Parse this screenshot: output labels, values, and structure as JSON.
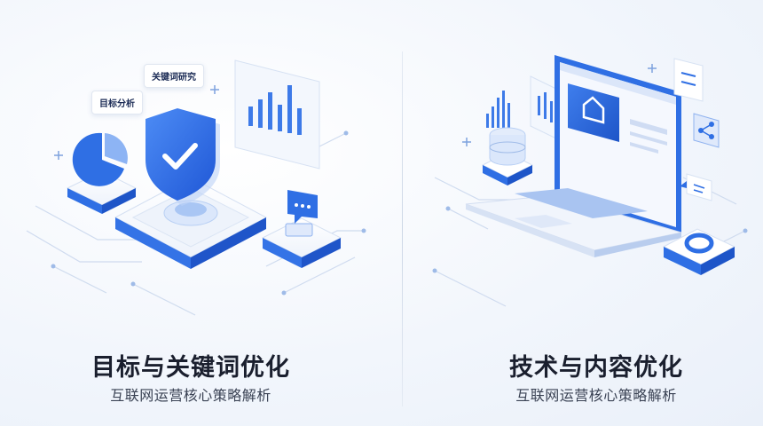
{
  "left": {
    "title": "目标与关键词优化",
    "subtitle": "互联网运营核心策略解析",
    "tag_goal": "目标分析",
    "tag_keyword": "关键词研究",
    "colors": {
      "primary": "#2f6fe4",
      "light": "#dfe9fb"
    }
  },
  "right": {
    "title": "技术与内容优化",
    "subtitle": "互联网运营核心策略解析",
    "colors": {
      "primary": "#2f6fe4",
      "light": "#dfe9fb"
    }
  },
  "icons": [
    "shield-check-icon",
    "pie-chart-icon",
    "bar-chart-icon",
    "chat-bubble-icon",
    "laptop-icon",
    "home-chart-icon",
    "share-icon",
    "document-icon",
    "ring-button-icon",
    "database-icon"
  ]
}
